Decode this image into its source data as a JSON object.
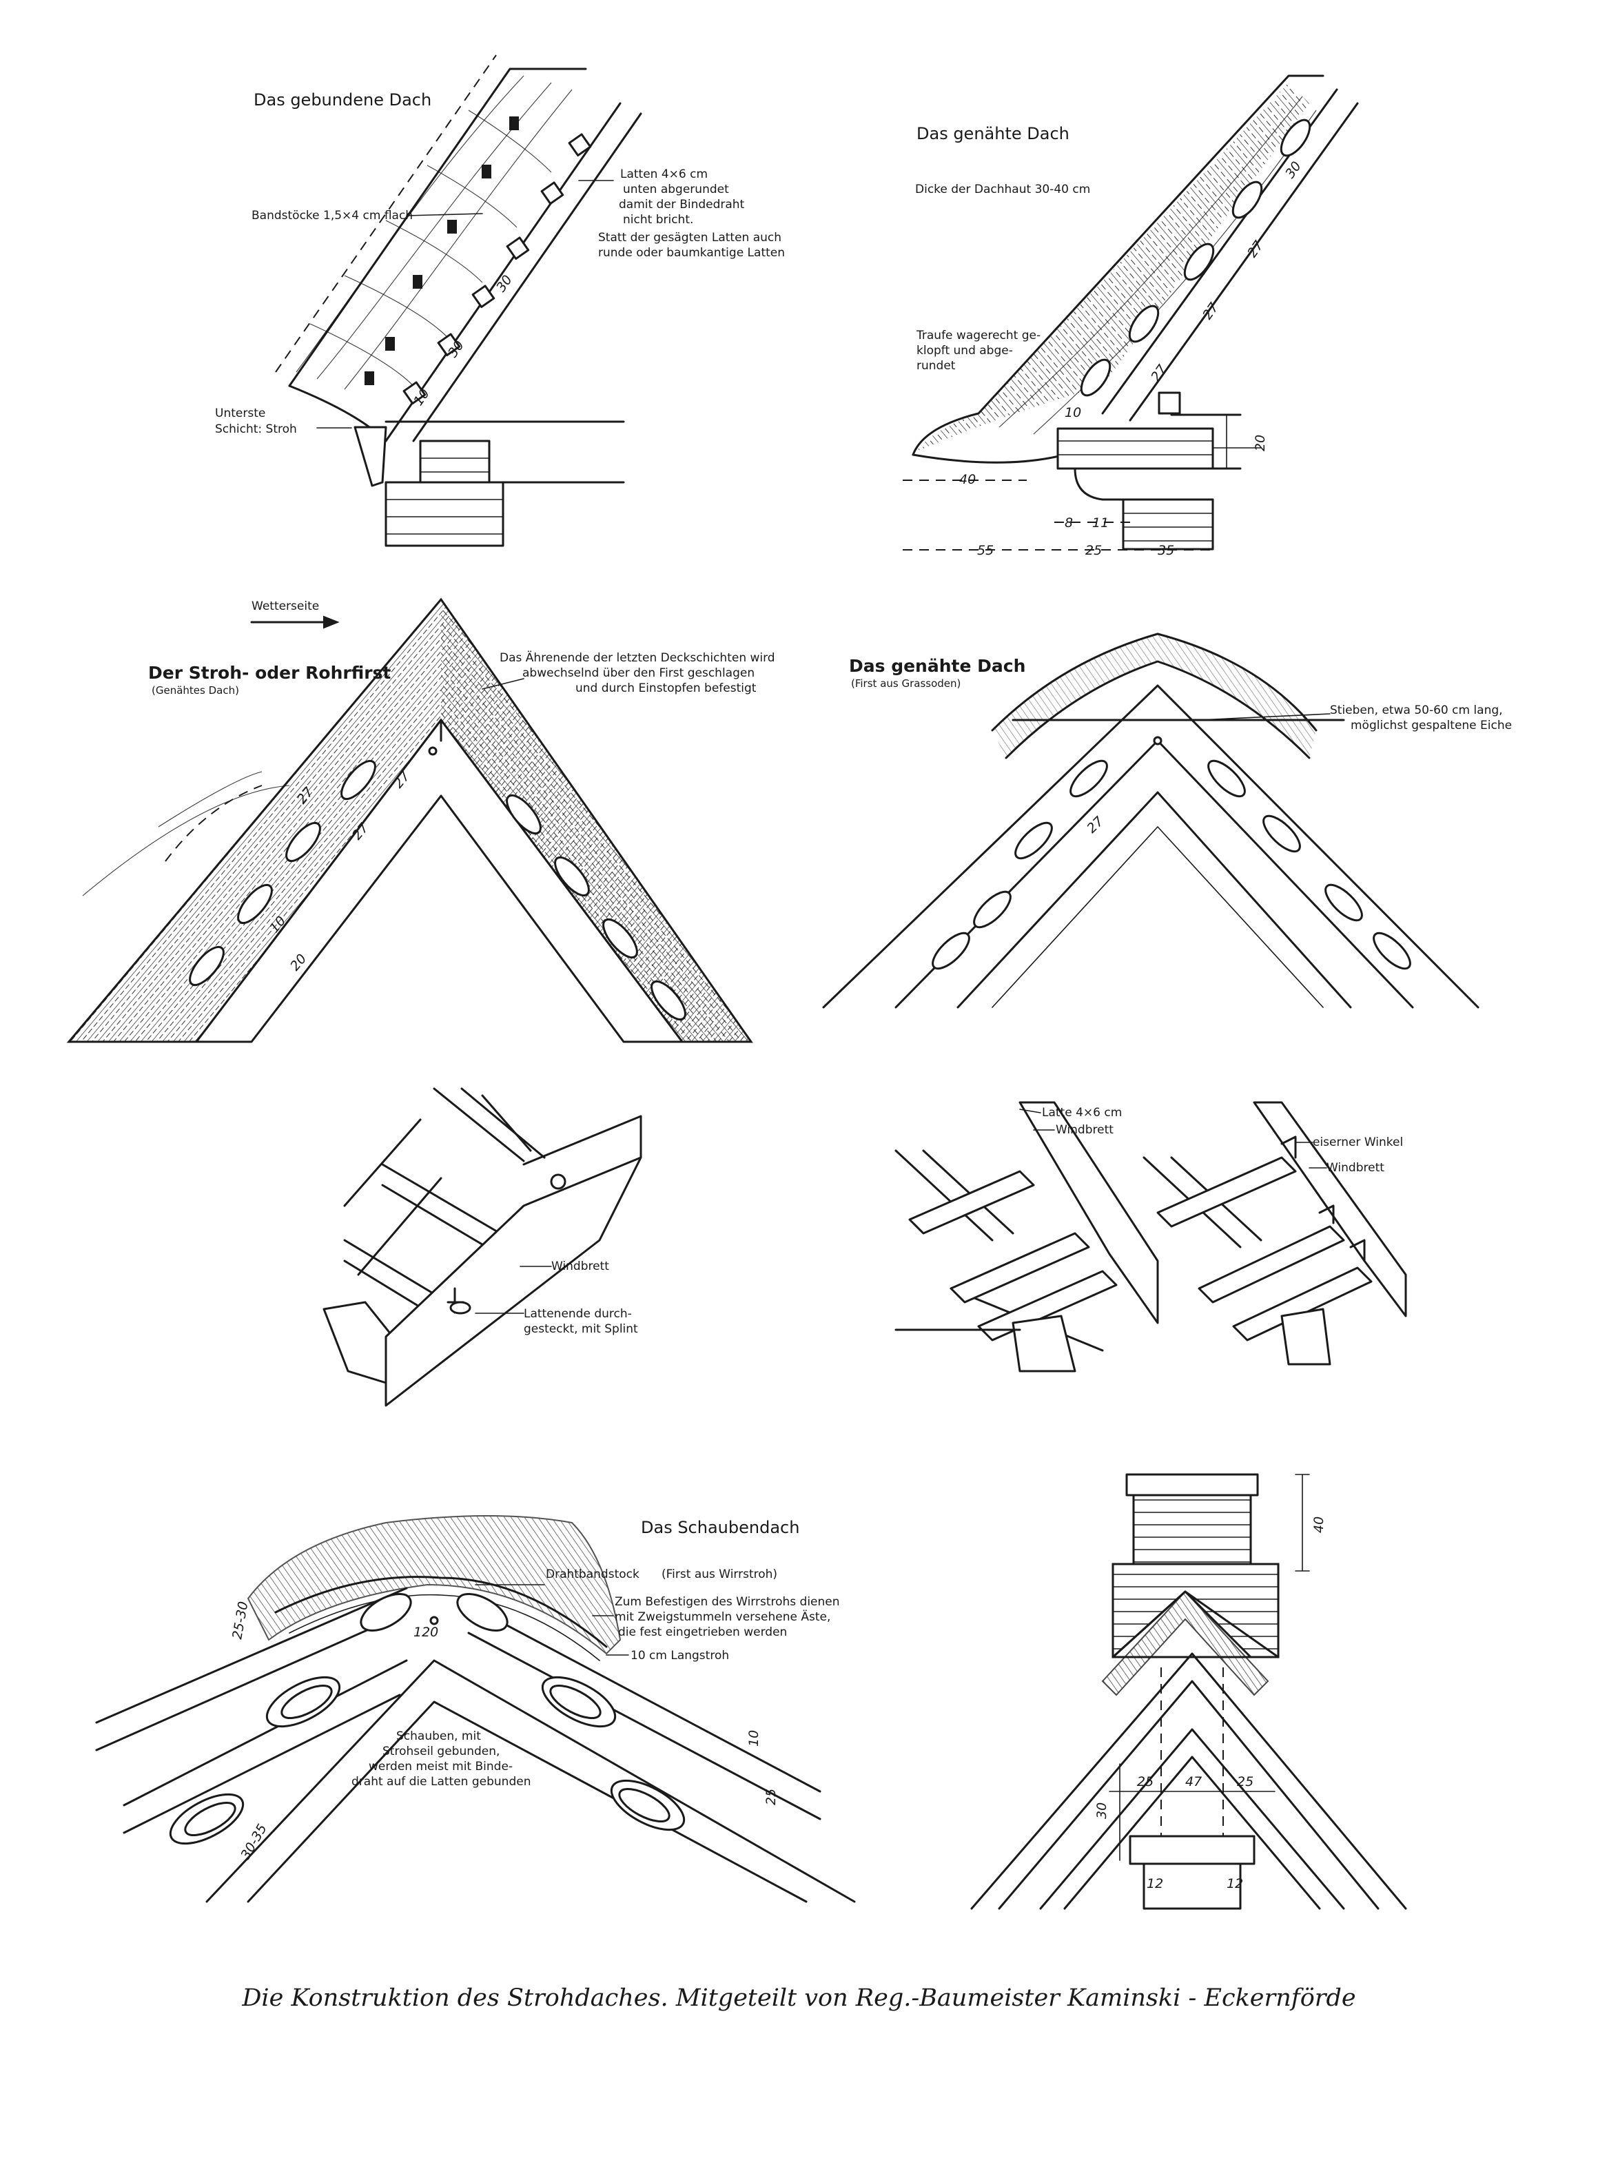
{
  "panels": {
    "bound_roof": {
      "title": "Das gebundene Dach",
      "label_laths": [
        "Latten 4×6 cm",
        "unten abgerundet",
        "damit der Bindedraht",
        "nicht bricht."
      ],
      "label_laths_alt": [
        "Statt der gesägten Latten auch",
        "runde oder baumkantige Latten"
      ],
      "label_binding_sticks": "Bandstöcke 1,5×4 cm flach",
      "label_lowest_layer": [
        "Unterste",
        "Schicht: Stroh"
      ],
      "dims": [
        "30",
        "30",
        "10"
      ]
    },
    "sewn_roof_eaves": {
      "title": "Das genähte Dach",
      "label_thickness": "Dicke der Dachhaut 30-40 cm",
      "label_eaves": [
        "Traufe wagerecht ge-",
        "klopft und abge-",
        "rundet"
      ],
      "dims": [
        "30",
        "27",
        "27",
        "27",
        "10",
        "20",
        "40",
        "8",
        "11",
        "55",
        "25",
        "35"
      ]
    },
    "straw_ridge": {
      "weather_side": "Wetterseite",
      "title": "Der Stroh- oder Rohrfirst",
      "subtitle": "(Genähtes Dach)",
      "label_ear_end": [
        "Das Ährenende der letzten Deckschichten wird",
        "abwechselnd über den First geschlagen",
        "und durch Einstopfen befestigt"
      ],
      "dims": [
        "27",
        "27",
        "27",
        "10",
        "20"
      ]
    },
    "sewn_roof_ridge": {
      "title": "Das genähte Dach",
      "subtitle": "(First aus Grassoden)",
      "label_stakes": [
        "Stieben, etwa 50-60 cm lang,",
        "möglichst gespaltene Eiche"
      ],
      "dims": [
        "27"
      ]
    },
    "verge_pinned": {
      "label_wind_board": "Windbrett",
      "label_lath_end": [
        "Lattenende durch-",
        "gesteckt, mit Splint"
      ]
    },
    "verge_variants": {
      "label_lath": "Latte 4×6 cm",
      "label_wind_board_left": "Windbrett",
      "label_iron_angle": "eiserner Winkel",
      "label_wind_board_right": "Windbrett"
    },
    "sheaf_roof": {
      "title": "Das Schaubendach",
      "label_wire_stick": "Drahtbandstock",
      "label_first_wirr": "(First aus Wirrstroh)",
      "label_branches": [
        "Zum Befestigen des Wirrstrohs dienen",
        "mit Zweigstummeln versehene Äste,",
        "die fest eingetrieben werden"
      ],
      "label_long_straw": "10 cm Langstroh",
      "label_sheaves": [
        "Schauben, mit",
        "Strohseil gebunden,",
        "werden meist mit Binde-",
        "draht auf die Latten gebunden"
      ],
      "dims": [
        "25",
        "10",
        "30-35",
        "120",
        "25-30"
      ]
    },
    "chimney": {
      "dims": [
        "40",
        "30",
        "25",
        "47",
        "25",
        "12",
        "12"
      ]
    }
  },
  "caption": "Die Konstruktion des Strohdaches. Mitgeteilt von Reg.-Baumeister Kaminski - Eckernförde"
}
